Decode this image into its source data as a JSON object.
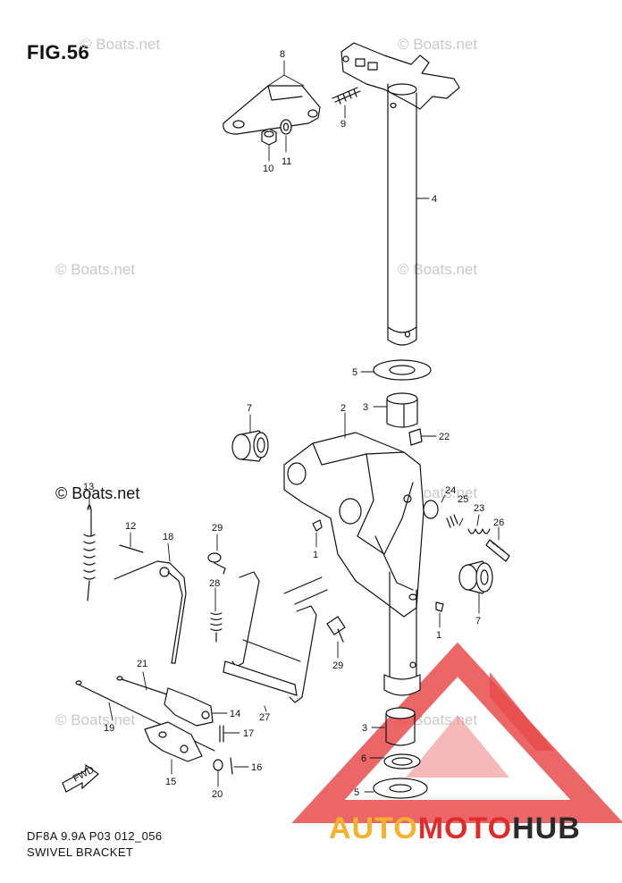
{
  "figure_label": "FIG.56",
  "footer": {
    "code": "DF8A 9.9A P03 012_056",
    "name": "SWIVEL BRACKET"
  },
  "watermark_text": "© Boats.net",
  "brand": {
    "part1": "AUTO",
    "part2": "MOTO",
    "part3": "HUB"
  },
  "direction_label": "FWD",
  "callouts": {
    "c8": "8",
    "c9": "9",
    "c10": "10",
    "c11": "11",
    "c4": "4",
    "c5a": "5",
    "c3a": "3",
    "c22": "22",
    "c2": "2",
    "c7a": "7",
    "c24": "24",
    "c25": "25",
    "c23": "23",
    "c26": "26",
    "c1a": "1",
    "c7b": "7",
    "c1b": "1",
    "c13": "13",
    "c12": "12",
    "c18": "18",
    "c29a": "29",
    "c28": "28",
    "c29b": "29",
    "c21": "21",
    "c14": "14",
    "c27": "27",
    "c19": "19",
    "c17": "17",
    "c3b": "3",
    "c6": "6",
    "c16": "16",
    "c15": "15",
    "c20": "20",
    "c5b": "5"
  }
}
